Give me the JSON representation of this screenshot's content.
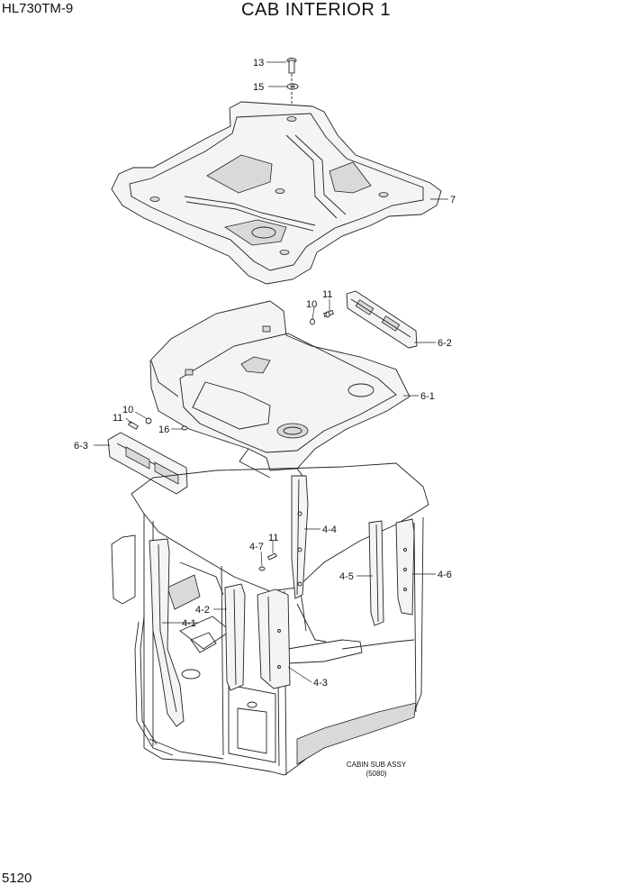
{
  "header": {
    "model": "HL730TM-9",
    "title": "CAB INTERIOR 1"
  },
  "footer": {
    "page_number": "5120"
  },
  "callouts": {
    "c13": "13",
    "c15": "15",
    "c7": "7",
    "c10a": "10",
    "c11a": "11",
    "c6_2": "6-2",
    "c6_1": "6-1",
    "c10b": "10",
    "c11b": "11",
    "c16": "16",
    "c6_3": "6-3",
    "c4_4": "4-4",
    "c4_7": "4-7",
    "c11c": "11",
    "c4_5": "4-5",
    "c4_6": "4-6",
    "c4_2": "4-2",
    "c4_1": "4-1",
    "c4_3": "4-3"
  },
  "note": {
    "line1": "CABIN SUB ASSY",
    "line2": "(5080)"
  }
}
